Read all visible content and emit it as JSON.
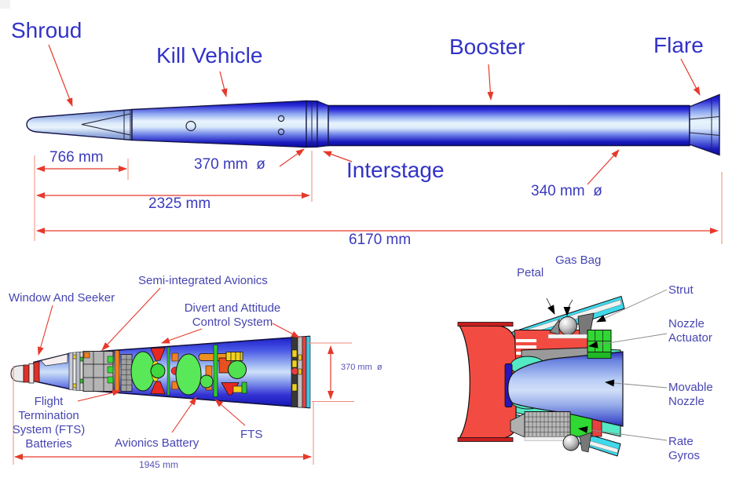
{
  "top": {
    "labels": {
      "shroud": "Shroud",
      "kill_vehicle": "Kill Vehicle",
      "booster": "Booster",
      "flare": "Flare",
      "interstage": "Interstage"
    },
    "dims": {
      "shroud_length": "766 mm",
      "kv_diameter": "370 mm  ø",
      "kv_length": "2325 mm",
      "booster_diameter": "340 mm  ø",
      "total_length": "6170 mm"
    }
  },
  "kv": {
    "labels": {
      "window_and_seeker": "Window And Seeker",
      "semi_integrated_avionics": "Semi-integrated Avionics",
      "divert_attitude": "Divert and Attitude Control System",
      "fts_batteries": "Flight Termination System (FTS) Batteries",
      "avionics_battery": "Avionics Battery",
      "fts": "FTS"
    },
    "dims": {
      "diameter": "370 mm  ø",
      "length": "1945 mm"
    }
  },
  "nozzle": {
    "labels": {
      "petal": "Petal",
      "gas_bag": "Gas Bag",
      "strut": "Strut",
      "nozzle_actuator": "Nozzle Actuator",
      "movable_nozzle": "Movable Nozzle",
      "rate_gyros": "Rate Gyros"
    }
  },
  "colors": {
    "label_blue": "#3233c7",
    "small_label_blue": "#4645b2",
    "dim_red": "#e6392b",
    "body_blue_dark": "#0d0db4",
    "body_blue_highlight": "#e8f4fd",
    "casing_red": "#f24b42",
    "petal_cyan": "#3fd9ec",
    "interior_teal": "#55e8c5",
    "actuator_green": "#2fd832",
    "component_green": "#55e055",
    "component_orange": "#f08020",
    "component_yellow": "#f0d020",
    "metal_gray": "#b0b0b0"
  }
}
